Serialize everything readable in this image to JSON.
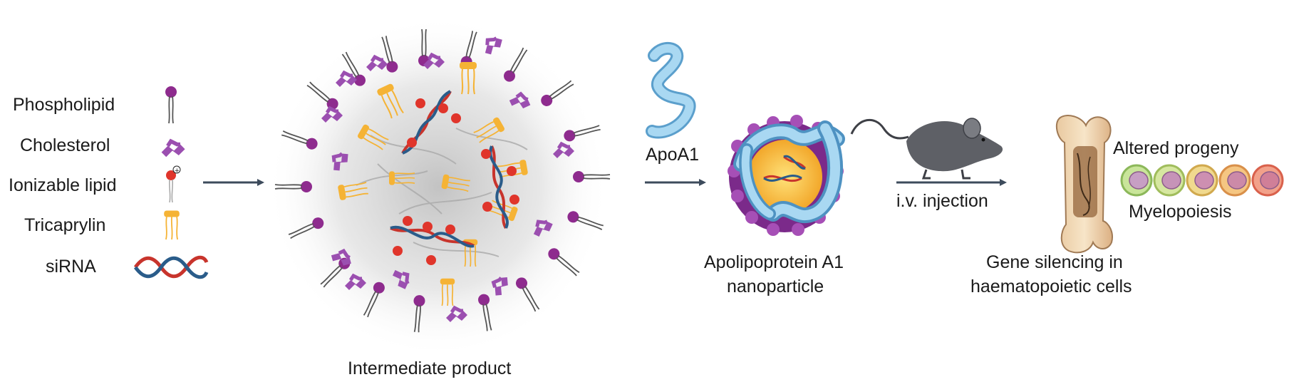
{
  "legend": {
    "phospholipid": "Phospholipid",
    "cholesterol": "Cholesterol",
    "ionizable_lipid": "Ionizable lipid",
    "tricaprylin": "Tricaprylin",
    "sirna": "siRNA"
  },
  "labels": {
    "intermediate": "Intermediate product",
    "apoa1": "ApoA1",
    "nanoparticle_line1": "Apolipoprotein A1",
    "nanoparticle_line2": "nanoparticle",
    "injection": "i.v. injection",
    "gene_line1": "Gene silencing in",
    "gene_line2": "haematopoietic cells",
    "altered": "Altered progeny",
    "myelopoiesis": "Myelopoiesis"
  },
  "colors": {
    "phospholipid_head": "#8e2b8e",
    "cholesterol": "#9b4fb0",
    "ionizable_head": "#e0352b",
    "tricaprylin": "#f5b335",
    "sirna_red": "#c8342c",
    "sirna_blue": "#2a5c8a",
    "apoa1": "#8cc6ea",
    "arrow": "#3d4b5c",
    "mouse": "#5e6066"
  },
  "icons": {
    "mouse": "mouse-icon",
    "bone": "bone-icon",
    "cells": "blood-cell-icon"
  }
}
